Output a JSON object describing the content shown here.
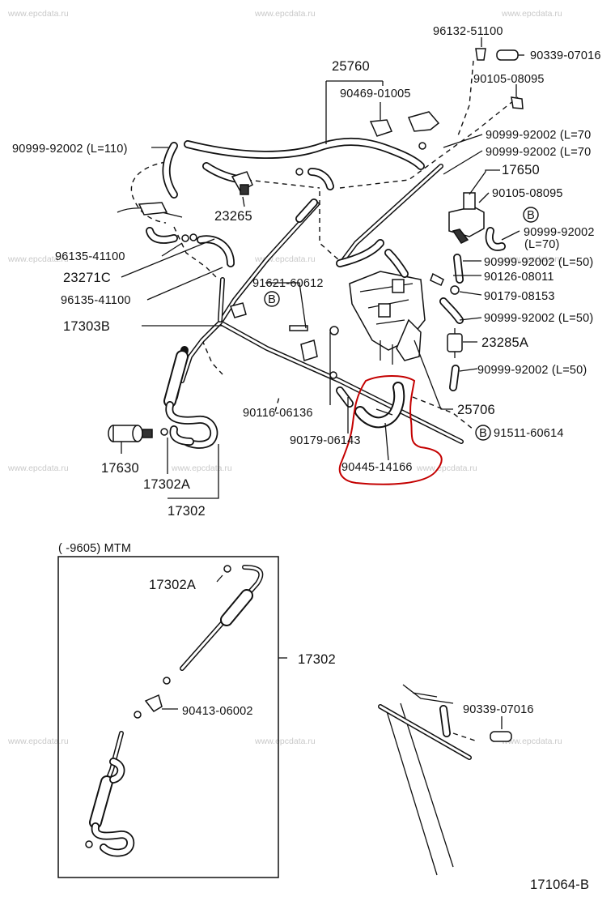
{
  "figure_code": "171064-B",
  "watermark": "www.epcdata.ru",
  "callout_symbol": "B",
  "inset_title": "(      -9605) MTM",
  "labels_main": [
    "96132-51100",
    "90339-07016",
    "25760",
    "90469-01005",
    "90105-08095",
    "90999-92002 (L=70",
    "90999-92002 (L=70",
    "90999-92002 (L=110)",
    "17650",
    "90105-08095",
    "23265",
    "90999-92002",
    "(L=70)",
    "96135-41100",
    "90999-92002 (L=50)",
    "23271C",
    "90126-08011",
    "91621-60612",
    "96135-41100",
    "90179-08153",
    "90999-92002 (L=50)",
    "17303B",
    "23285A",
    "90999-92002 (L=50)",
    "25706",
    "90116-06136",
    "91511-60614",
    "90179-06143",
    "90445-14166",
    "17630",
    "17302A",
    "17302"
  ],
  "labels_inset": [
    "17302A",
    "17302",
    "90413-06002",
    "90339-07016"
  ]
}
